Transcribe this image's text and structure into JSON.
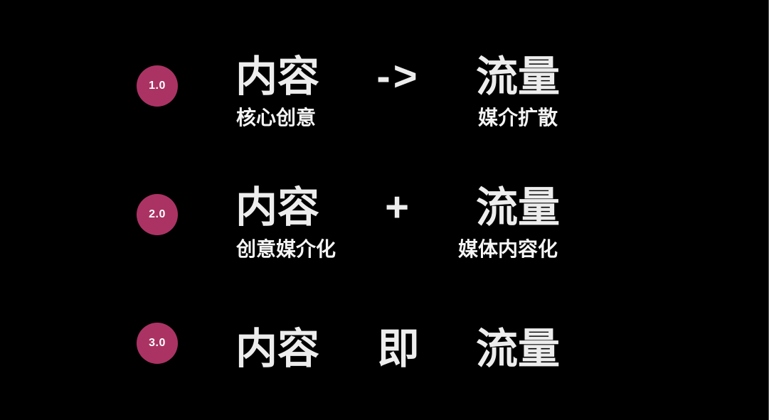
{
  "page": {
    "background_color": "#000000",
    "badge_color": "#ab3364",
    "text_color": "#ededed"
  },
  "rows": [
    {
      "badge": "1.0",
      "left_term": "内容",
      "left_sub": "核心创意",
      "connector": "->",
      "right_term": "流量",
      "right_sub": "媒介扩散"
    },
    {
      "badge": "2.0",
      "left_term": "内容",
      "left_sub": "创意媒介化",
      "connector": "+",
      "right_term": "流量",
      "right_sub": "媒体内容化"
    },
    {
      "badge": "3.0",
      "left_term": "内容",
      "connector": "即",
      "right_term": "流量"
    }
  ]
}
